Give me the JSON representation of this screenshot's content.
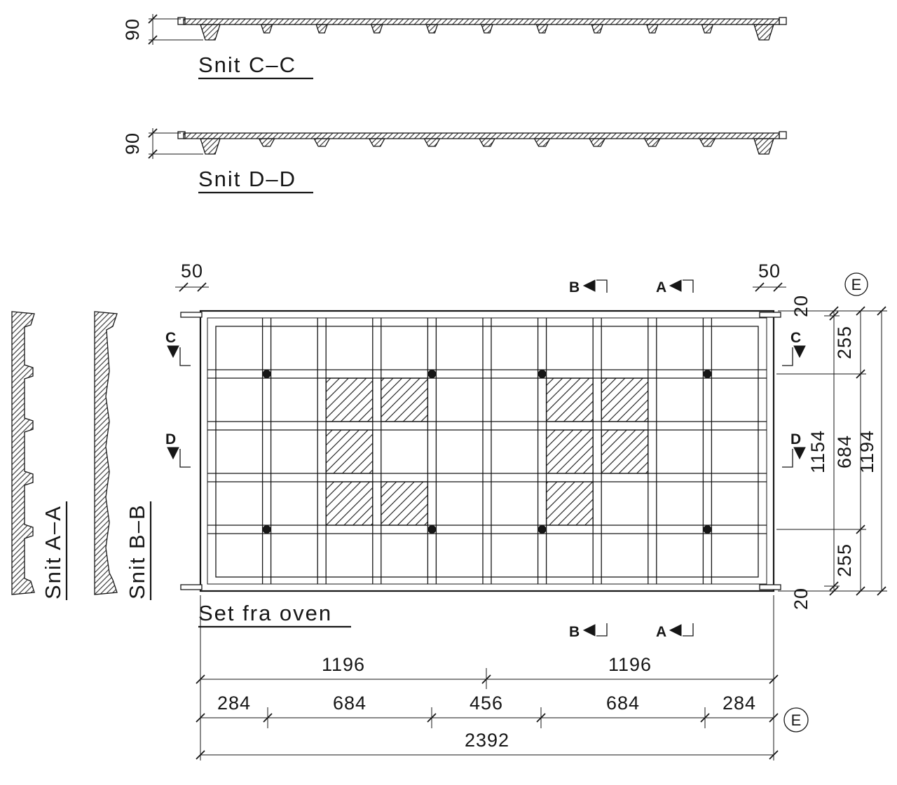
{
  "drawing": {
    "sections": {
      "cc": {
        "label": "Snit C–C",
        "thickness": "90"
      },
      "dd": {
        "label": "Snit D–D",
        "thickness": "90"
      },
      "aa": {
        "label": "Snit A–A"
      },
      "bb": {
        "label": "Snit B–B"
      }
    },
    "plan": {
      "label": "Set fra oven",
      "markers": {
        "a": "A",
        "b": "B",
        "c": "C",
        "d": "D",
        "e": "E"
      },
      "dims": {
        "tab_left": "50",
        "tab_right": "50",
        "edge_top": "20",
        "edge_bottom": "20",
        "right_255_top": "255",
        "right_center": "684",
        "right_255_bottom": "255",
        "inner_height": "1154",
        "outer_height": "1194",
        "half_left": "1196",
        "half_right": "1196",
        "seg_284_left": "284",
        "seg_684_left": "684",
        "seg_456": "456",
        "seg_684_right": "684",
        "seg_284_right": "284",
        "total_width": "2392"
      }
    }
  }
}
